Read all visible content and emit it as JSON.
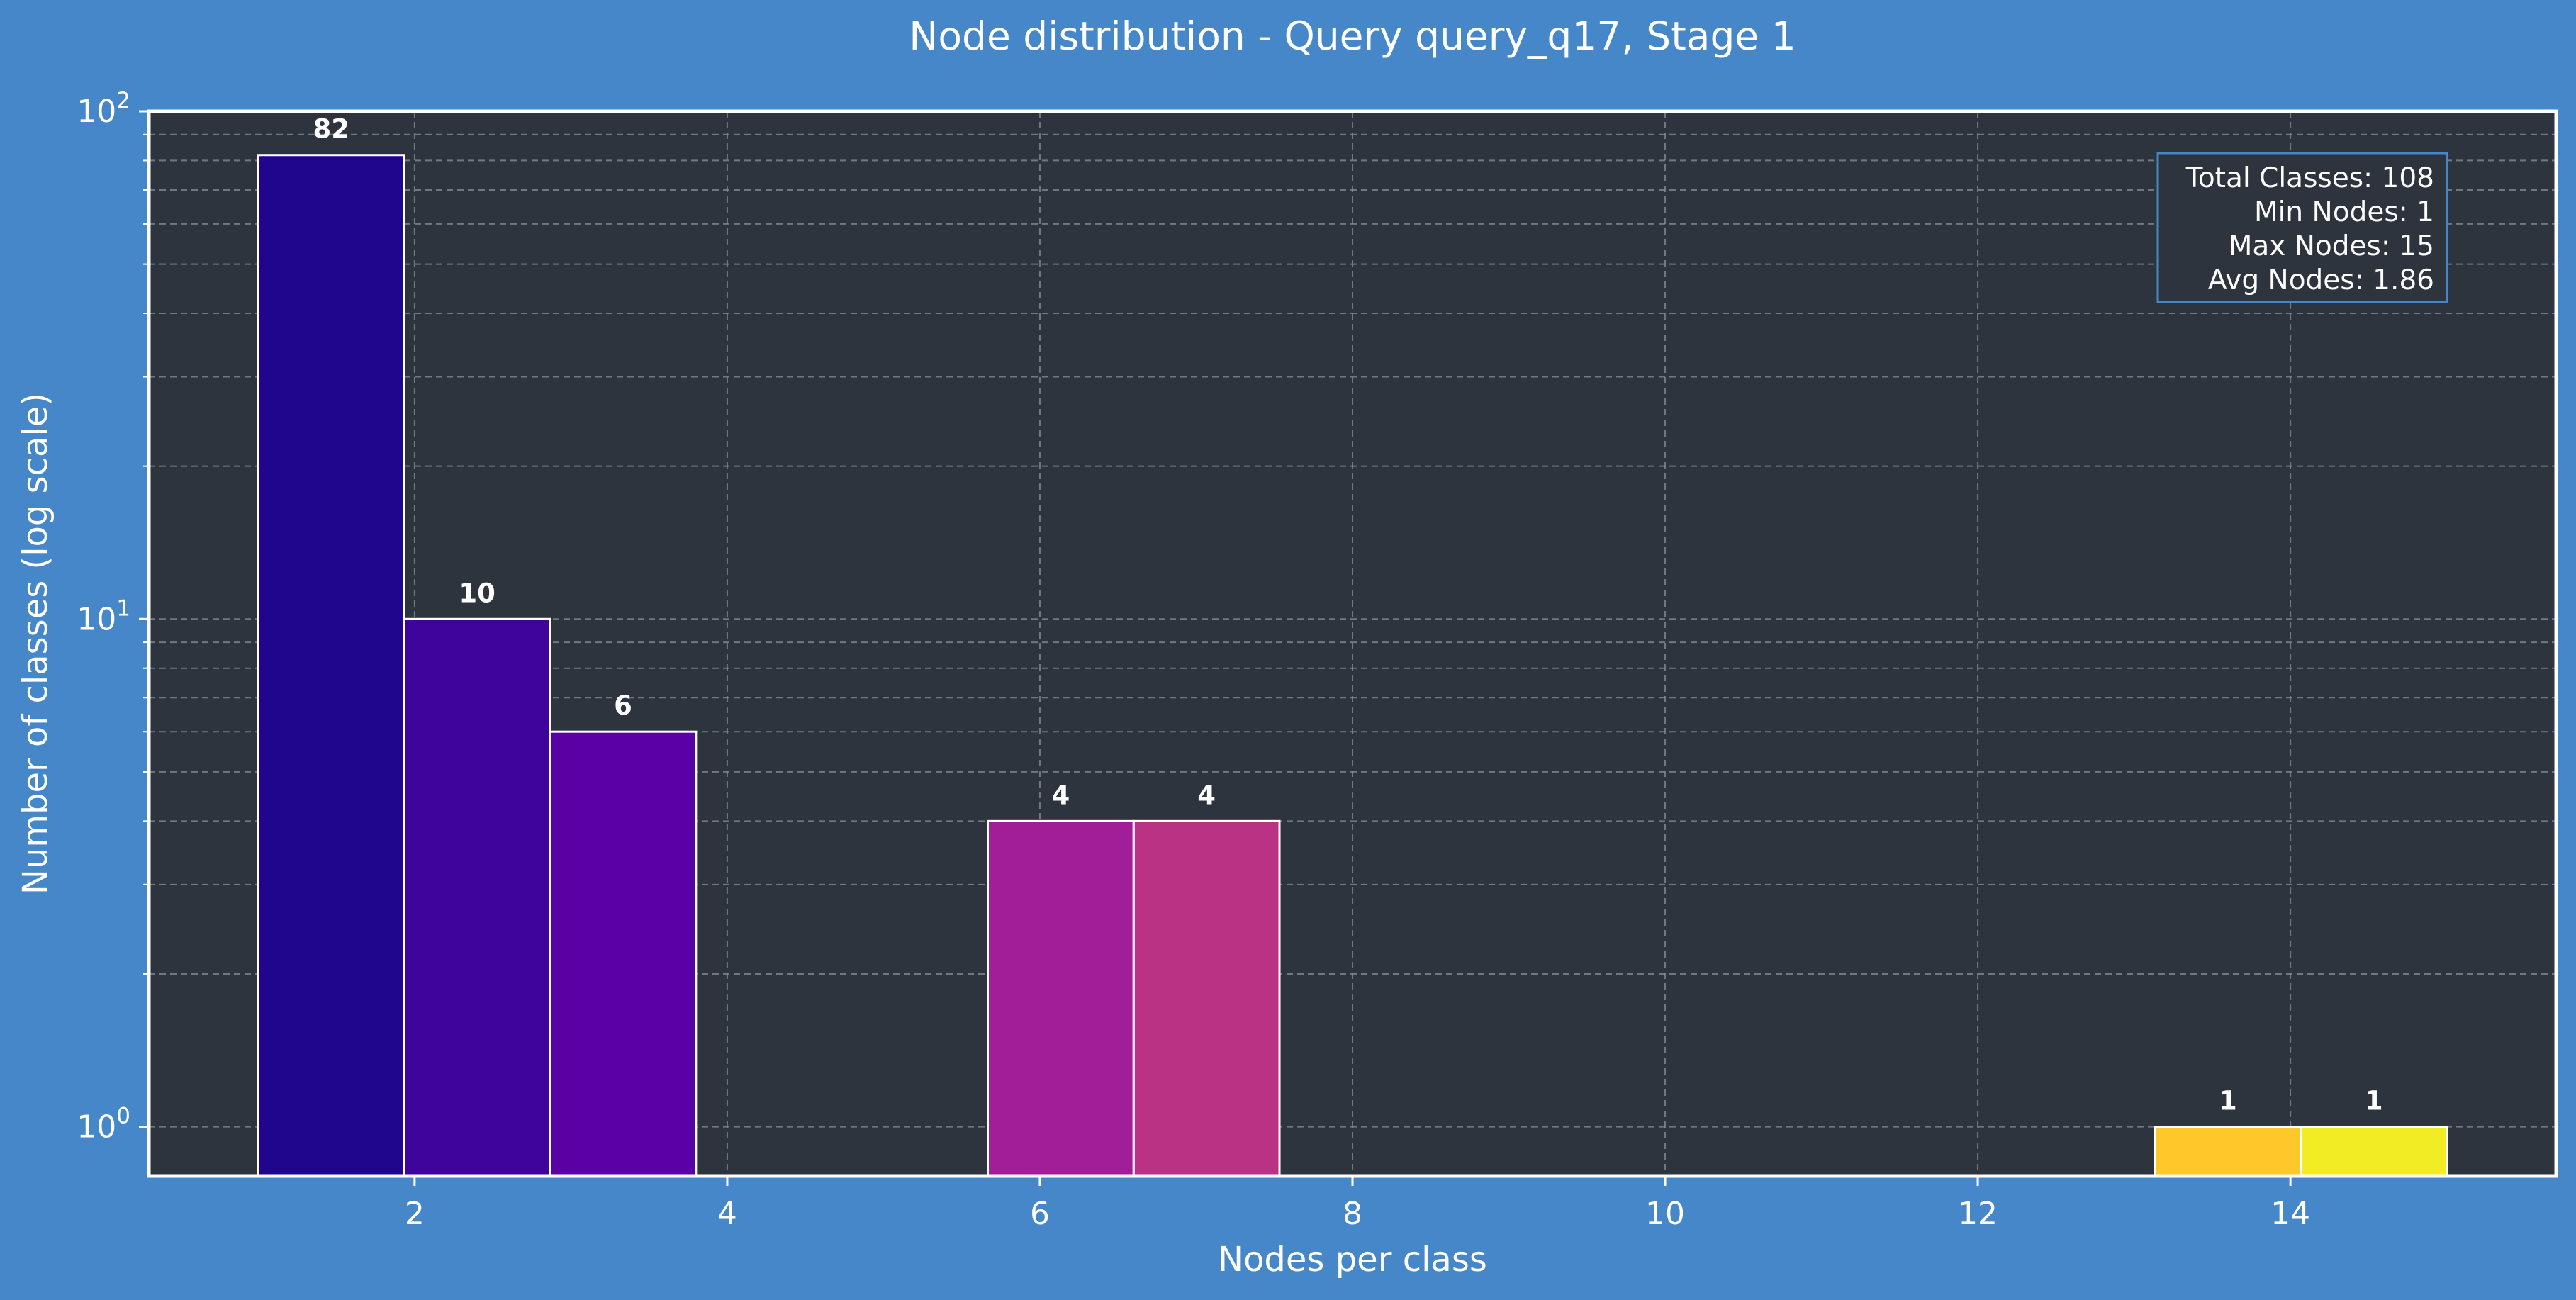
{
  "chart_data": {
    "type": "bar",
    "title": "Node distribution - Query query_q17, Stage 1",
    "xlabel": "Nodes per class",
    "ylabel": "Number of classes (log scale)",
    "yscale": "log",
    "xlim": [
      0.3,
      15.7
    ],
    "ylim": [
      0.8,
      100
    ],
    "x_ticks": [
      2,
      4,
      6,
      8,
      10,
      12,
      14
    ],
    "y_ticks": [
      {
        "base": "10",
        "exp": "0",
        "value": 1
      },
      {
        "base": "10",
        "exp": "1",
        "value": 10
      },
      {
        "base": "10",
        "exp": "2",
        "value": 100
      }
    ],
    "grid": true,
    "bins": [
      {
        "x_start": 1.0,
        "x_end": 1.933,
        "value": 82,
        "label": "82",
        "color": "#1f068d"
      },
      {
        "x_start": 1.933,
        "x_end": 2.867,
        "value": 10,
        "label": "10",
        "color": "#3f049c"
      },
      {
        "x_start": 2.867,
        "x_end": 3.8,
        "value": 6,
        "label": "6",
        "color": "#5901a5"
      },
      {
        "x_start": 5.667,
        "x_end": 6.6,
        "value": 4,
        "label": "4",
        "color": "#a21d98"
      },
      {
        "x_start": 6.6,
        "x_end": 7.533,
        "value": 4,
        "label": "4",
        "color": "#ba3283"
      },
      {
        "x_start": 13.133,
        "x_end": 14.067,
        "value": 1,
        "label": "1",
        "color": "#fec72a"
      },
      {
        "x_start": 14.067,
        "x_end": 15.0,
        "value": 1,
        "label": "1",
        "color": "#f2ec25"
      }
    ],
    "stats": {
      "total_classes": "Total Classes: 108",
      "min_nodes": "Min Nodes: 1",
      "max_nodes": "Max Nodes: 15",
      "avg_nodes": "Avg Nodes: 1.86"
    },
    "colors": {
      "figure_bg": "#4587c8",
      "plot_bg": "#2e343e",
      "bar_edge": "#ffffff",
      "stats_border": "#4587c8"
    }
  }
}
